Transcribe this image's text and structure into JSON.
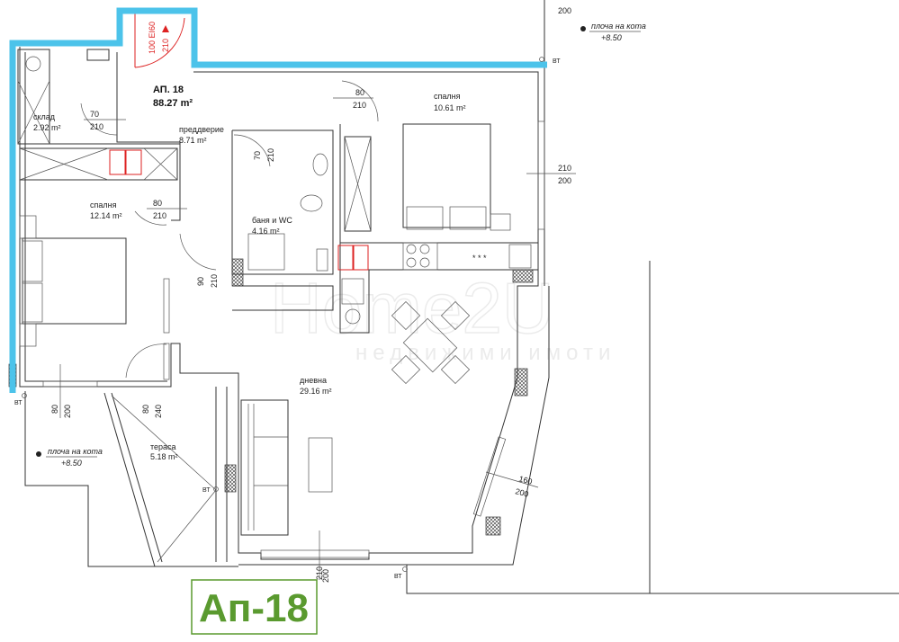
{
  "apartment": {
    "title": "АП. 18",
    "area": "88.27  m²",
    "badge": "Ап-18"
  },
  "entrance_door": {
    "width": "100 EI60",
    "height": "210"
  },
  "rooms": [
    {
      "name": "склад",
      "area": "2.92 m²"
    },
    {
      "name": "преддверие",
      "area": "8.71 m²"
    },
    {
      "name": "спалня",
      "area": "10.61 m²"
    },
    {
      "name": "спалня",
      "area": "12.14 m²"
    },
    {
      "name": "баня и WC",
      "area": "4.16 m²"
    },
    {
      "name": "дневна",
      "area": "29.16 m²"
    },
    {
      "name": "тераса",
      "area": "5.18 m²"
    }
  ],
  "openings": {
    "storage_door": [
      "70",
      "210"
    ],
    "bedroom2_door": [
      "80",
      "210"
    ],
    "bedroom1_door": [
      "80",
      "210"
    ],
    "bath_door": [
      "70",
      "210"
    ],
    "hall_door": [
      "90",
      "210"
    ],
    "bedroom1_window": [
      "210",
      "200"
    ],
    "bedroom2_window": [
      "80",
      "200"
    ],
    "terrace_door": [
      "80",
      "240"
    ],
    "living_window_side": [
      "160",
      "200"
    ],
    "living_window_bottom": [
      "210",
      "200"
    ],
    "top_right": "200"
  },
  "levels": [
    {
      "label": "плоча на кота",
      "value": "+8.50"
    },
    {
      "label": "плоча на кота",
      "value": "+8.50"
    }
  ],
  "drain_label": "ВТ",
  "watermark": {
    "brand": "Home2U",
    "tagline": "недвижими имоти"
  },
  "colors": {
    "outer_wall": "#4cc3ea",
    "badge": "#5a9a2f",
    "fire_door": "#dd2222"
  }
}
